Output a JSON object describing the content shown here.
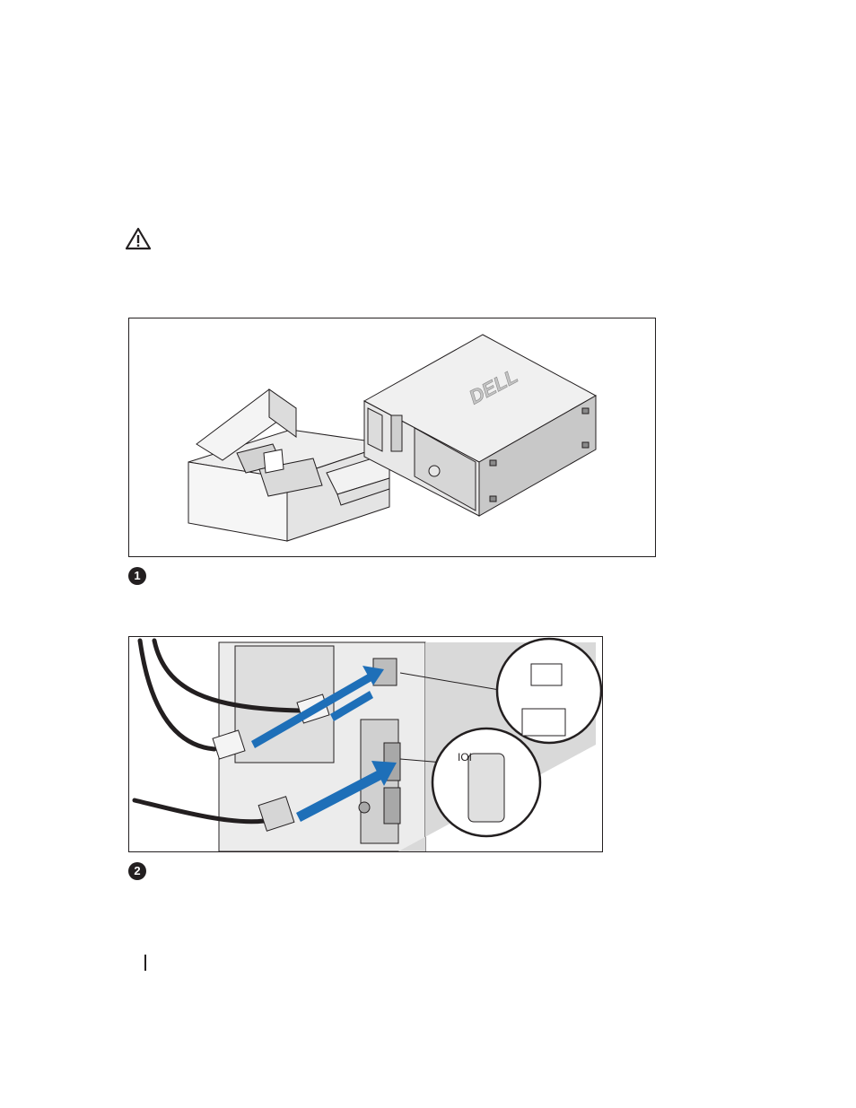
{
  "caution": {
    "icon": "caution-triangle-icon"
  },
  "steps": [
    {
      "number": "1",
      "icon": "step-number-badge"
    },
    {
      "number": "2",
      "icon": "step-number-badge"
    }
  ],
  "figure1": {
    "brand_logo": "DELL",
    "subjects": [
      "shipping-box",
      "tower-computer"
    ]
  },
  "figure2": {
    "subjects": [
      "usb-cables",
      "vga-cable",
      "computer-back-panel",
      "usb-ports-callout",
      "vga-port-callout"
    ],
    "usb_symbol": "usb-icon",
    "vga_symbol": "IOI"
  },
  "colors": {
    "arrow": "#1e6fb8",
    "line": "#231f20",
    "panel_gray": "#e6e6e6"
  }
}
